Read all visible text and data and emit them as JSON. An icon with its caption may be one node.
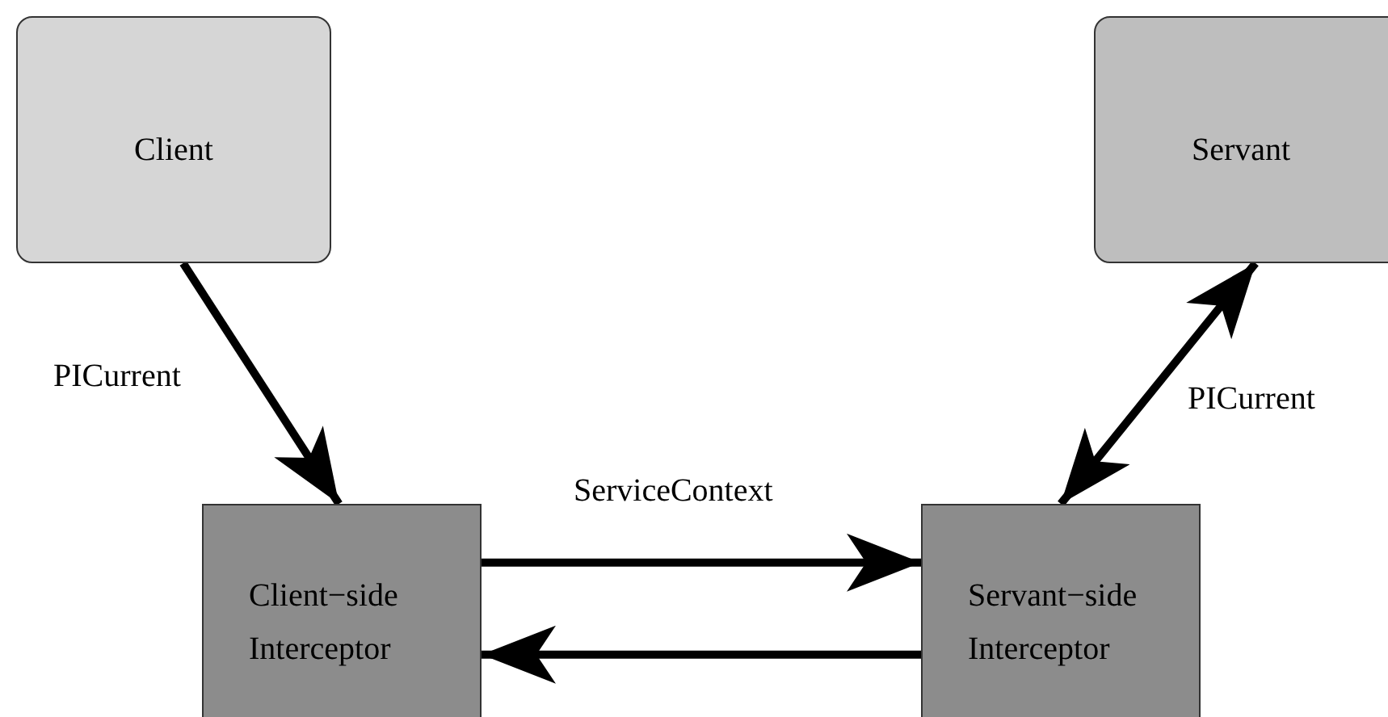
{
  "diagram": {
    "nodes": [
      {
        "text": [
          "Client"
        ]
      },
      {
        "text": [
          "Servant"
        ]
      },
      {
        "text": [
          "Client−side Interceptor"
        ]
      },
      {
        "text": [
          "Servant−side Interceptor"
        ]
      }
    ],
    "edges": [
      {
        "from": 0,
        "to": 2,
        "arrow": "to",
        "label": "PICurrent"
      },
      {
        "from": 3,
        "to": 1,
        "arrow": "both",
        "label": "PICurrent"
      },
      {
        "from": 2,
        "to": 3,
        "arrow": "to",
        "label": "ServiceContext"
      },
      {
        "from": 3,
        "to": 2,
        "arrow": "to"
      }
    ]
  }
}
